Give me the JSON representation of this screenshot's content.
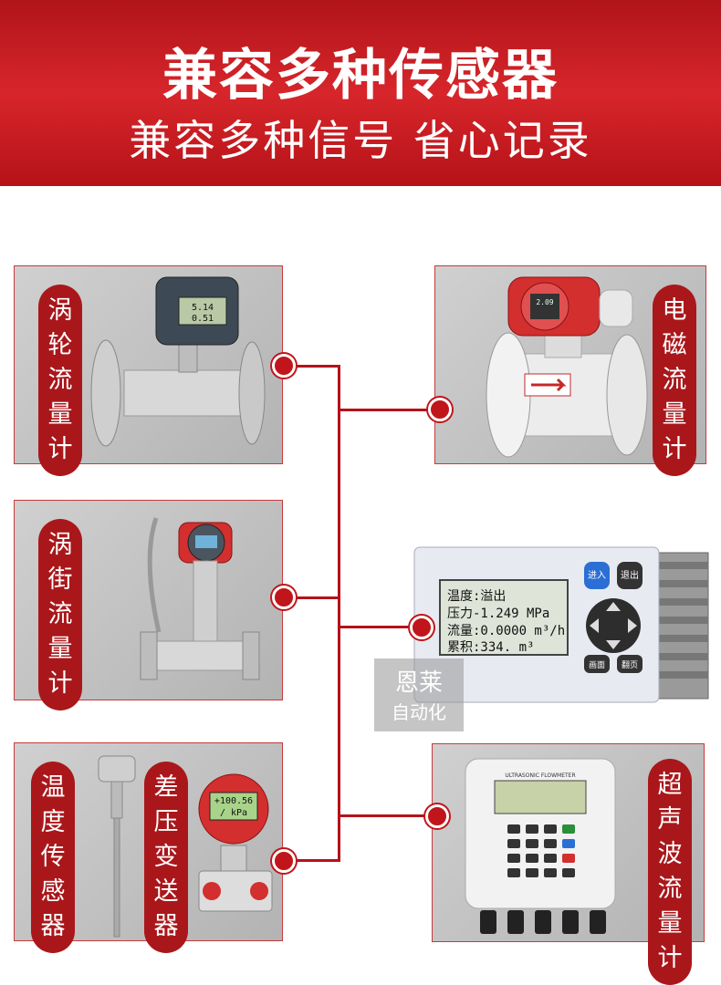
{
  "banner": {
    "title": "兼容多种传感器",
    "subtitle": "兼容多种信号 省心记录"
  },
  "sensors": {
    "turbine": {
      "label": [
        "涡",
        "轮",
        "流",
        "量",
        "计"
      ],
      "dial_top": "5.14",
      "dial_bottom": "0.51"
    },
    "electromagnetic": {
      "label": [
        "电",
        "磁",
        "流",
        "量",
        "计"
      ],
      "dial": "2.09"
    },
    "vortex": {
      "label": [
        "涡",
        "街",
        "流",
        "量",
        "计"
      ]
    },
    "temperature": {
      "label": [
        "温",
        "度",
        "传",
        "感",
        "器"
      ]
    },
    "pressure": {
      "label": [
        "差",
        "压",
        "变",
        "送",
        "器"
      ],
      "display_value": "+100.56",
      "display_unit": "/ kPa"
    },
    "ultrasonic": {
      "label": [
        "超",
        "声",
        "波",
        "流",
        "量",
        "计"
      ],
      "panel_title": "ULTRASONIC FLOWMETER"
    }
  },
  "recorder": {
    "lcd_lines": [
      "温度:溢出",
      "压力-1.249 MPa",
      "流量:0.0000 m³/h",
      "累积:334.  m³"
    ],
    "btn_enter": "进入",
    "btn_exit": "退出",
    "btn_left": "画面",
    "btn_right": "翻页"
  },
  "watermark": {
    "line1": "恩莱",
    "line2": "自动化"
  },
  "colors": {
    "accent": "#c0161b",
    "card": "#c4c4c4"
  }
}
